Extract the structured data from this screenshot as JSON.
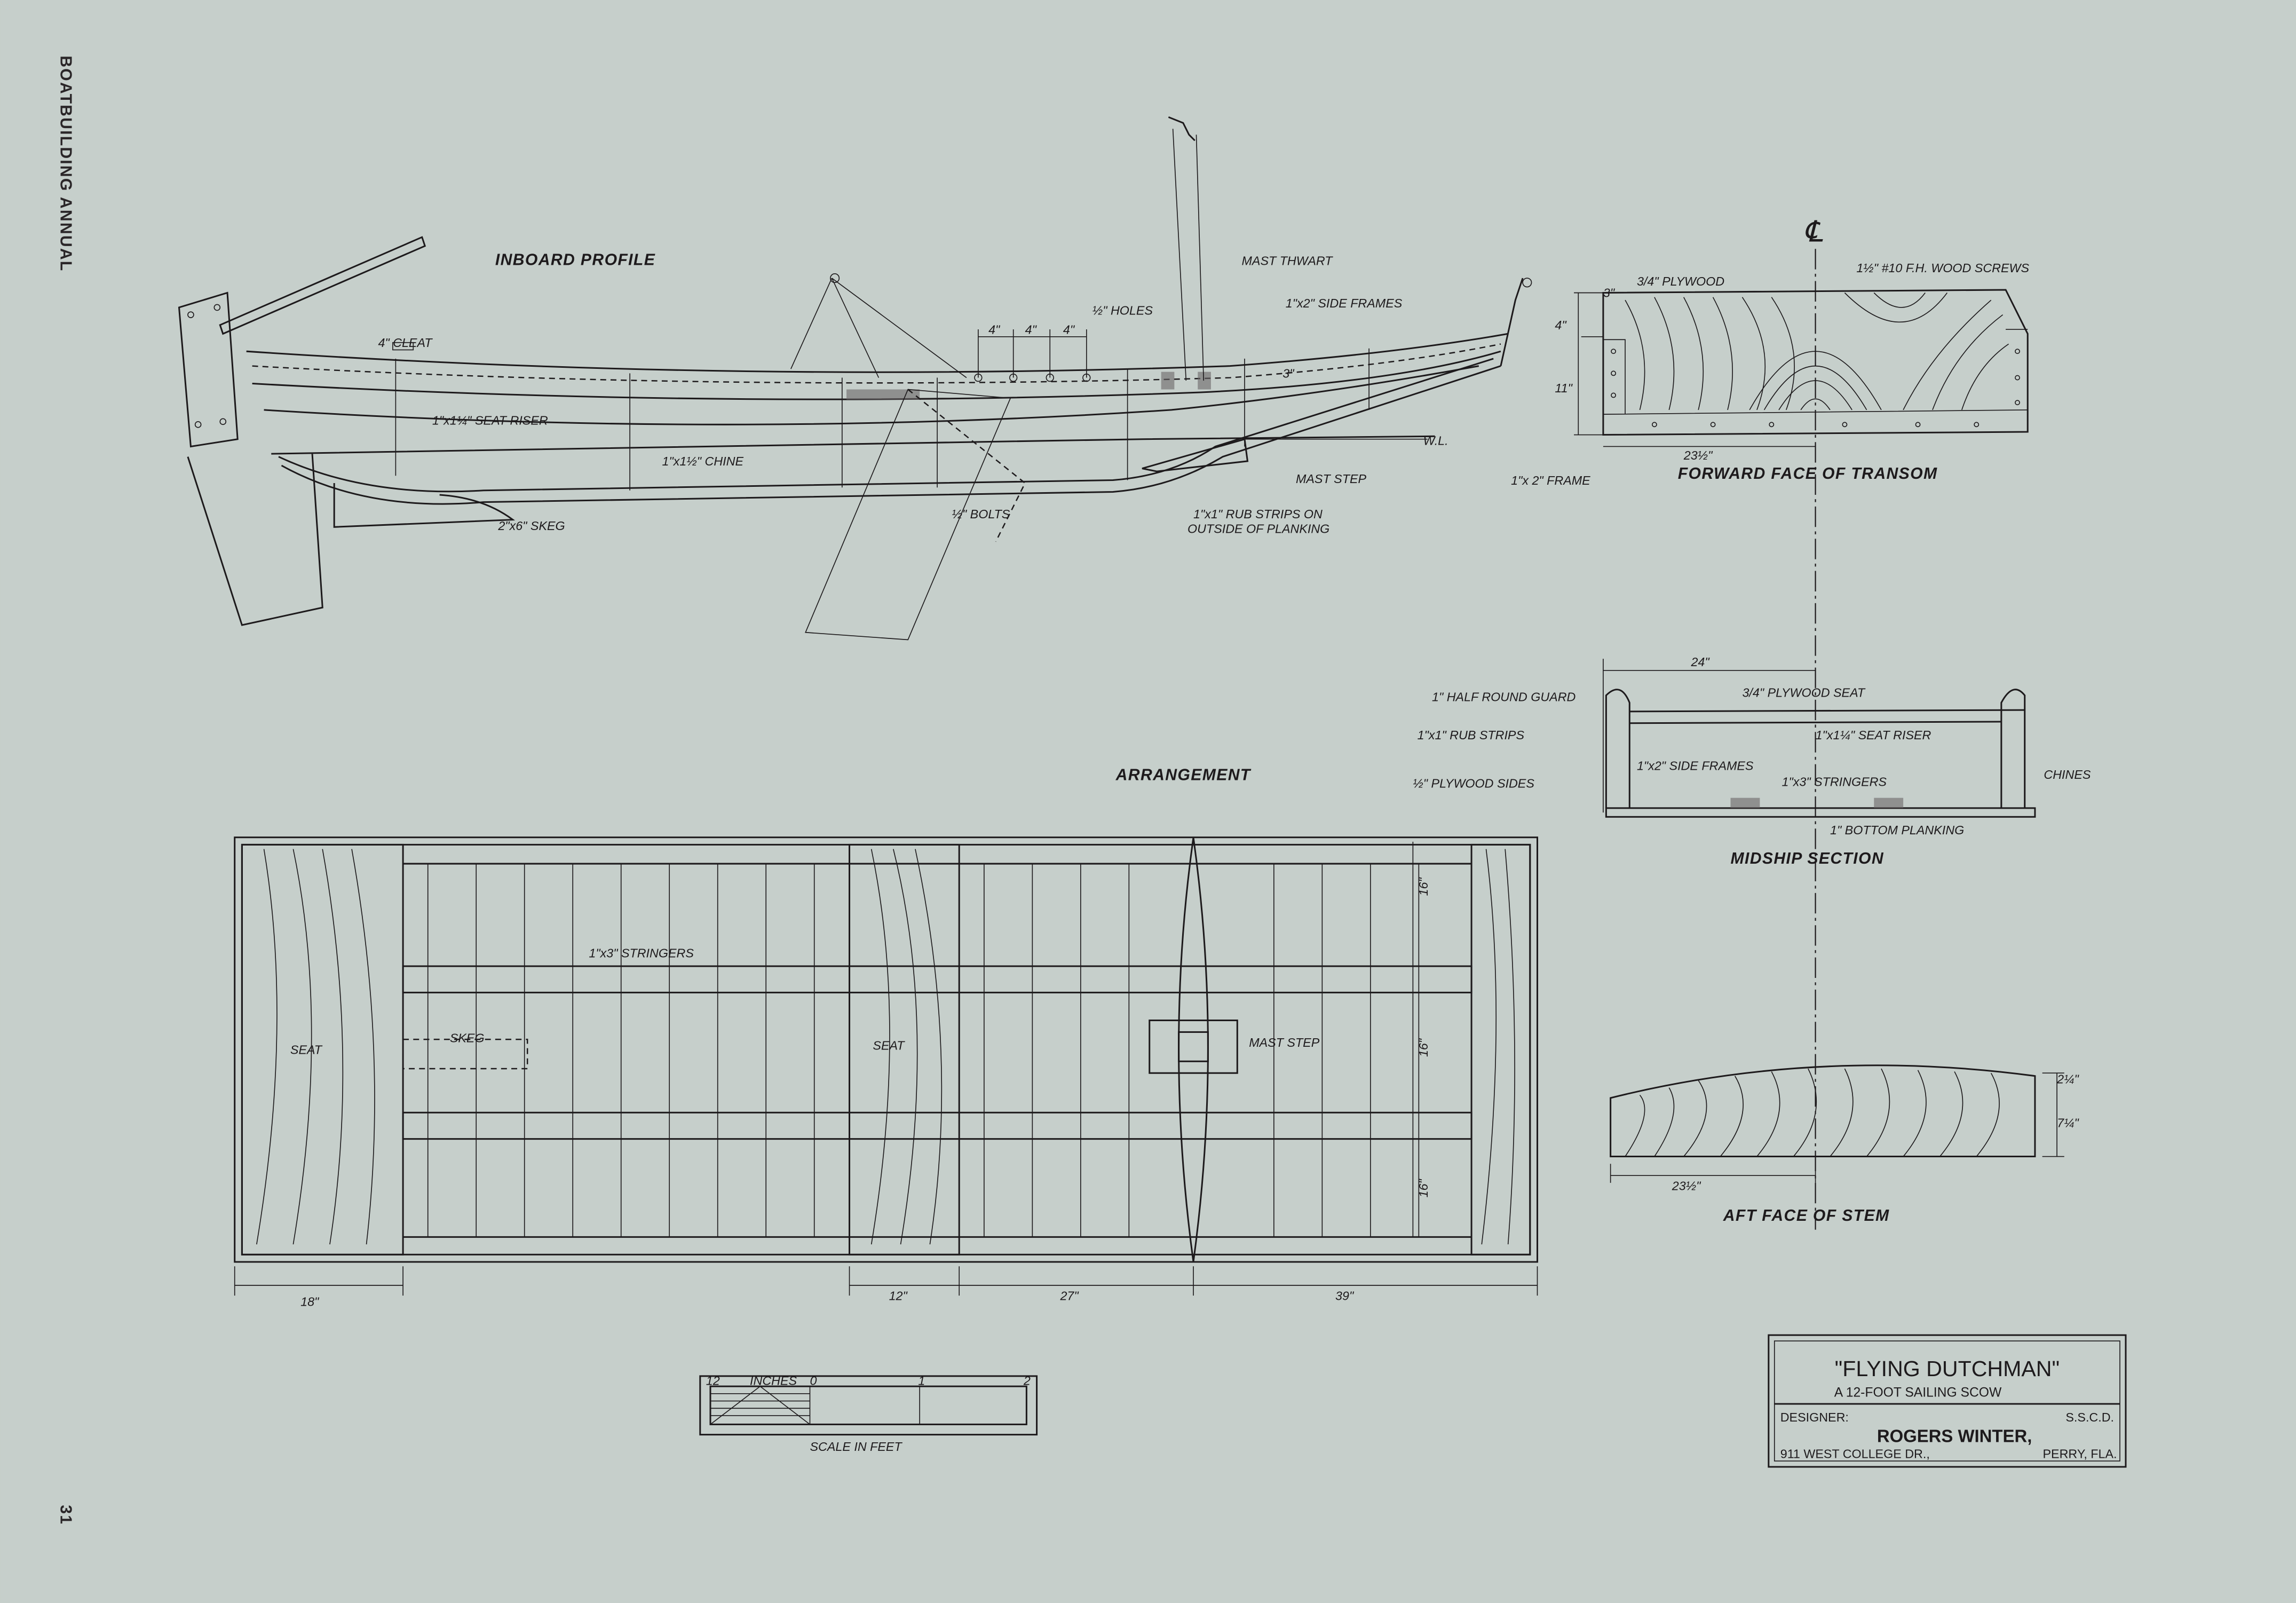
{
  "page": {
    "running_head": "BOATBUILDING ANNUAL",
    "page_number": "31"
  },
  "inboard_profile": {
    "title": "INBOARD PROFILE",
    "labels": {
      "cleat": "4\" CLEAT",
      "seat_riser": "1\"x1¼\" SEAT RISER",
      "chine": "1\"x1½\" CHINE",
      "skeg": "2\"x6\" SKEG",
      "bolts": "½\" BOLTS",
      "holes": "½\" HOLES",
      "spacing_1": "4\"",
      "spacing_2": "4\"",
      "spacing_3": "4\"",
      "mast_thwart": "MAST THWART",
      "side_frames": "1\"x2\" SIDE FRAMES",
      "three_in": "3\"",
      "wl": "W.L.",
      "mast_step": "MAST STEP",
      "rub_strips_1": "1\"x1\" RUB STRIPS ON",
      "rub_strips_2": "OUTSIDE OF PLANKING"
    }
  },
  "transom": {
    "title": "FORWARD FACE OF TRANSOM",
    "centerline_symbol": "℄",
    "labels": {
      "dim_3": "3\"",
      "plywood": "3/4\" PLYWOOD",
      "screws": "1½\" #10 F.H. WOOD SCREWS",
      "dim_4": "4\"",
      "dim_11": "11\"",
      "dim_23_5": "23½\"",
      "frame": "1\"x 2\" FRAME"
    }
  },
  "midship": {
    "title": "MIDSHIP SECTION",
    "labels": {
      "width": "24\"",
      "guard": "1\" HALF ROUND GUARD",
      "seat": "3/4\" PLYWOOD SEAT",
      "rub": "1\"x1\" RUB STRIPS",
      "riser": "1\"x1¼\" SEAT RISER",
      "side_frames": "1\"x2\" SIDE FRAMES",
      "sides": "½\" PLYWOOD SIDES",
      "stringers": "1\"x3\" STRINGERS",
      "chines": "CHINES",
      "planking": "1\" BOTTOM PLANKING"
    }
  },
  "arrangement": {
    "title": "ARRANGEMENT",
    "labels": {
      "stringers": "1\"x3\" STRINGERS",
      "skeg": "SKEG",
      "seat_aft": "SEAT",
      "seat_mid": "SEAT",
      "mast_step": "MAST STEP",
      "dim_16a": "16\"",
      "dim_16b": "16\"",
      "dim_16c": "16\"",
      "dim_18": "18\"",
      "dim_12": "12\"",
      "dim_27": "27\"",
      "dim_39": "39\""
    }
  },
  "stem": {
    "title": "AFT FACE OF STEM",
    "labels": {
      "dim_2_25": "2¼\"",
      "dim_7_25": "7¼\"",
      "dim_23_5": "23½\""
    }
  },
  "scale_bar": {
    "title": "SCALE IN FEET",
    "inches": "INCHES",
    "t12": "12",
    "t0": "0",
    "t1": "1",
    "t2": "2"
  },
  "title_block": {
    "name": "\"FLYING DUTCHMAN\"",
    "subtitle": "A 12-FOOT SAILING SCOW",
    "designer_label": "DESIGNER:",
    "code": "S.S.C.D.",
    "designer": "ROGERS WINTER,",
    "address": "911 WEST COLLEGE DR.,",
    "city": "PERRY, FLA."
  }
}
